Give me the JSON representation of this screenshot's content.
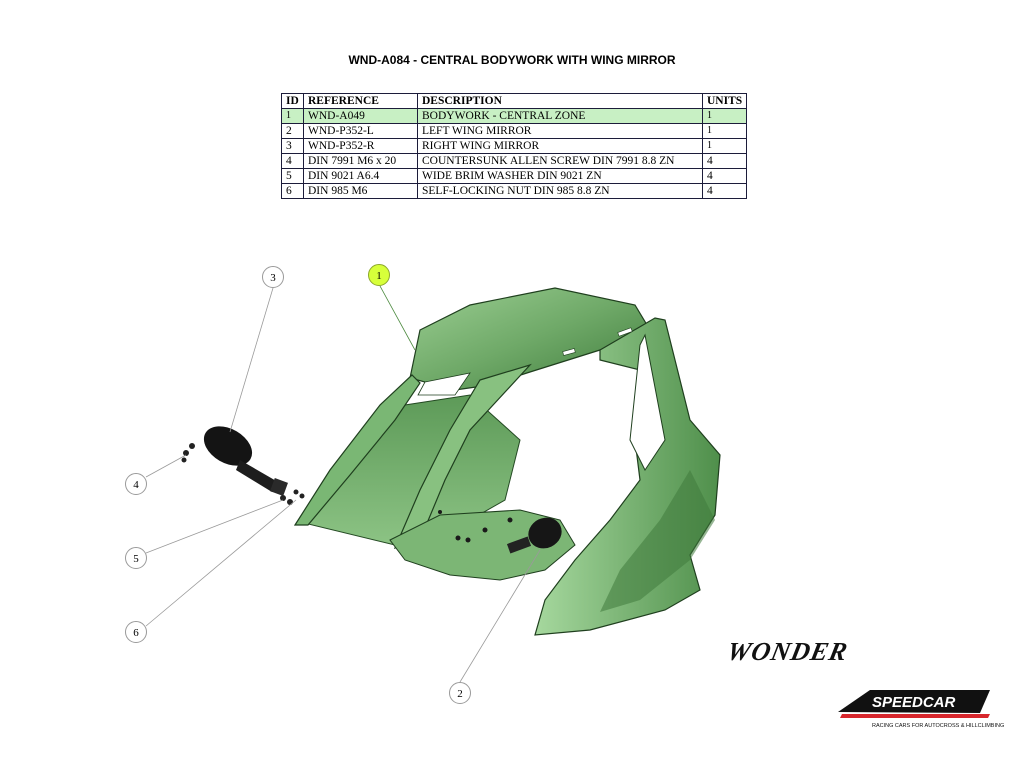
{
  "title": "WND-A084 - CENTRAL BODYWORK WITH WING MIRROR",
  "table": {
    "headers": {
      "id": "ID",
      "reference": "REFERENCE",
      "description": "DESCRIPTION",
      "units": "UNITS"
    },
    "rows": [
      {
        "id": "1",
        "reference": "WND-A049",
        "description": "BODYWORK - CENTRAL ZONE",
        "units": "1",
        "highlight": true
      },
      {
        "id": "2",
        "reference": "WND-P352-L",
        "description": "LEFT WING MIRROR",
        "units": "1"
      },
      {
        "id": "3",
        "reference": "WND-P352-R",
        "description": "RIGHT WING MIRROR",
        "units": "1"
      },
      {
        "id": "4",
        "reference": "DIN 7991 M6 x 20",
        "description": "COUNTERSUNK ALLEN SCREW DIN 7991 8.8 ZN",
        "units": "4"
      },
      {
        "id": "5",
        "reference": "DIN 9021 A6.4",
        "description": "WIDE BRIM WASHER DIN 9021 ZN",
        "units": "4"
      },
      {
        "id": "6",
        "reference": "DIN 985 M6",
        "description": "SELF-LOCKING NUT DIN 985 8.8 ZN",
        "units": "4"
      }
    ]
  },
  "callouts": {
    "c1": "1",
    "c2": "2",
    "c3": "3",
    "c4": "4",
    "c5": "5",
    "c6": "6"
  },
  "branding": {
    "wonder": "WONDER",
    "speedcar": "SPEEDCAR",
    "tagline": "RACING CARS FOR AUTOCROSS & HILLCLIMBING"
  },
  "colors": {
    "body_green": "#7fb27a",
    "body_dark": "#3f7a3c",
    "highlight_row": "#c8f0c4",
    "callout_highlight": "#d7ff3a",
    "brand_red": "#d7262c"
  }
}
